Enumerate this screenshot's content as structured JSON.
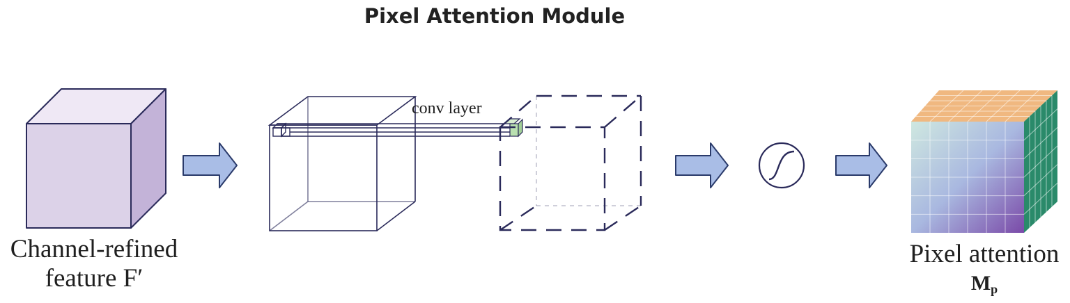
{
  "diagram": {
    "title": "Pixel Attention Module",
    "input_label_line1": "Channel-refined",
    "input_label_line2": "feature F′",
    "conv_label": "conv layer",
    "output_label_line1": "Pixel attention",
    "output_symbol": "M",
    "output_subscript": "p",
    "sigmoid_icon": "sigmoid-icon"
  },
  "colors": {
    "input_cube_front": "#dcd2e8",
    "input_cube_top": "#efe8f5",
    "input_cube_side": "#c3b3d8",
    "cube_outline": "#2a2a5a",
    "arrow_fill": "#a9bde6",
    "arrow_stroke": "#2a3a6a",
    "conv_output_cell": "#b9e0b0"
  }
}
